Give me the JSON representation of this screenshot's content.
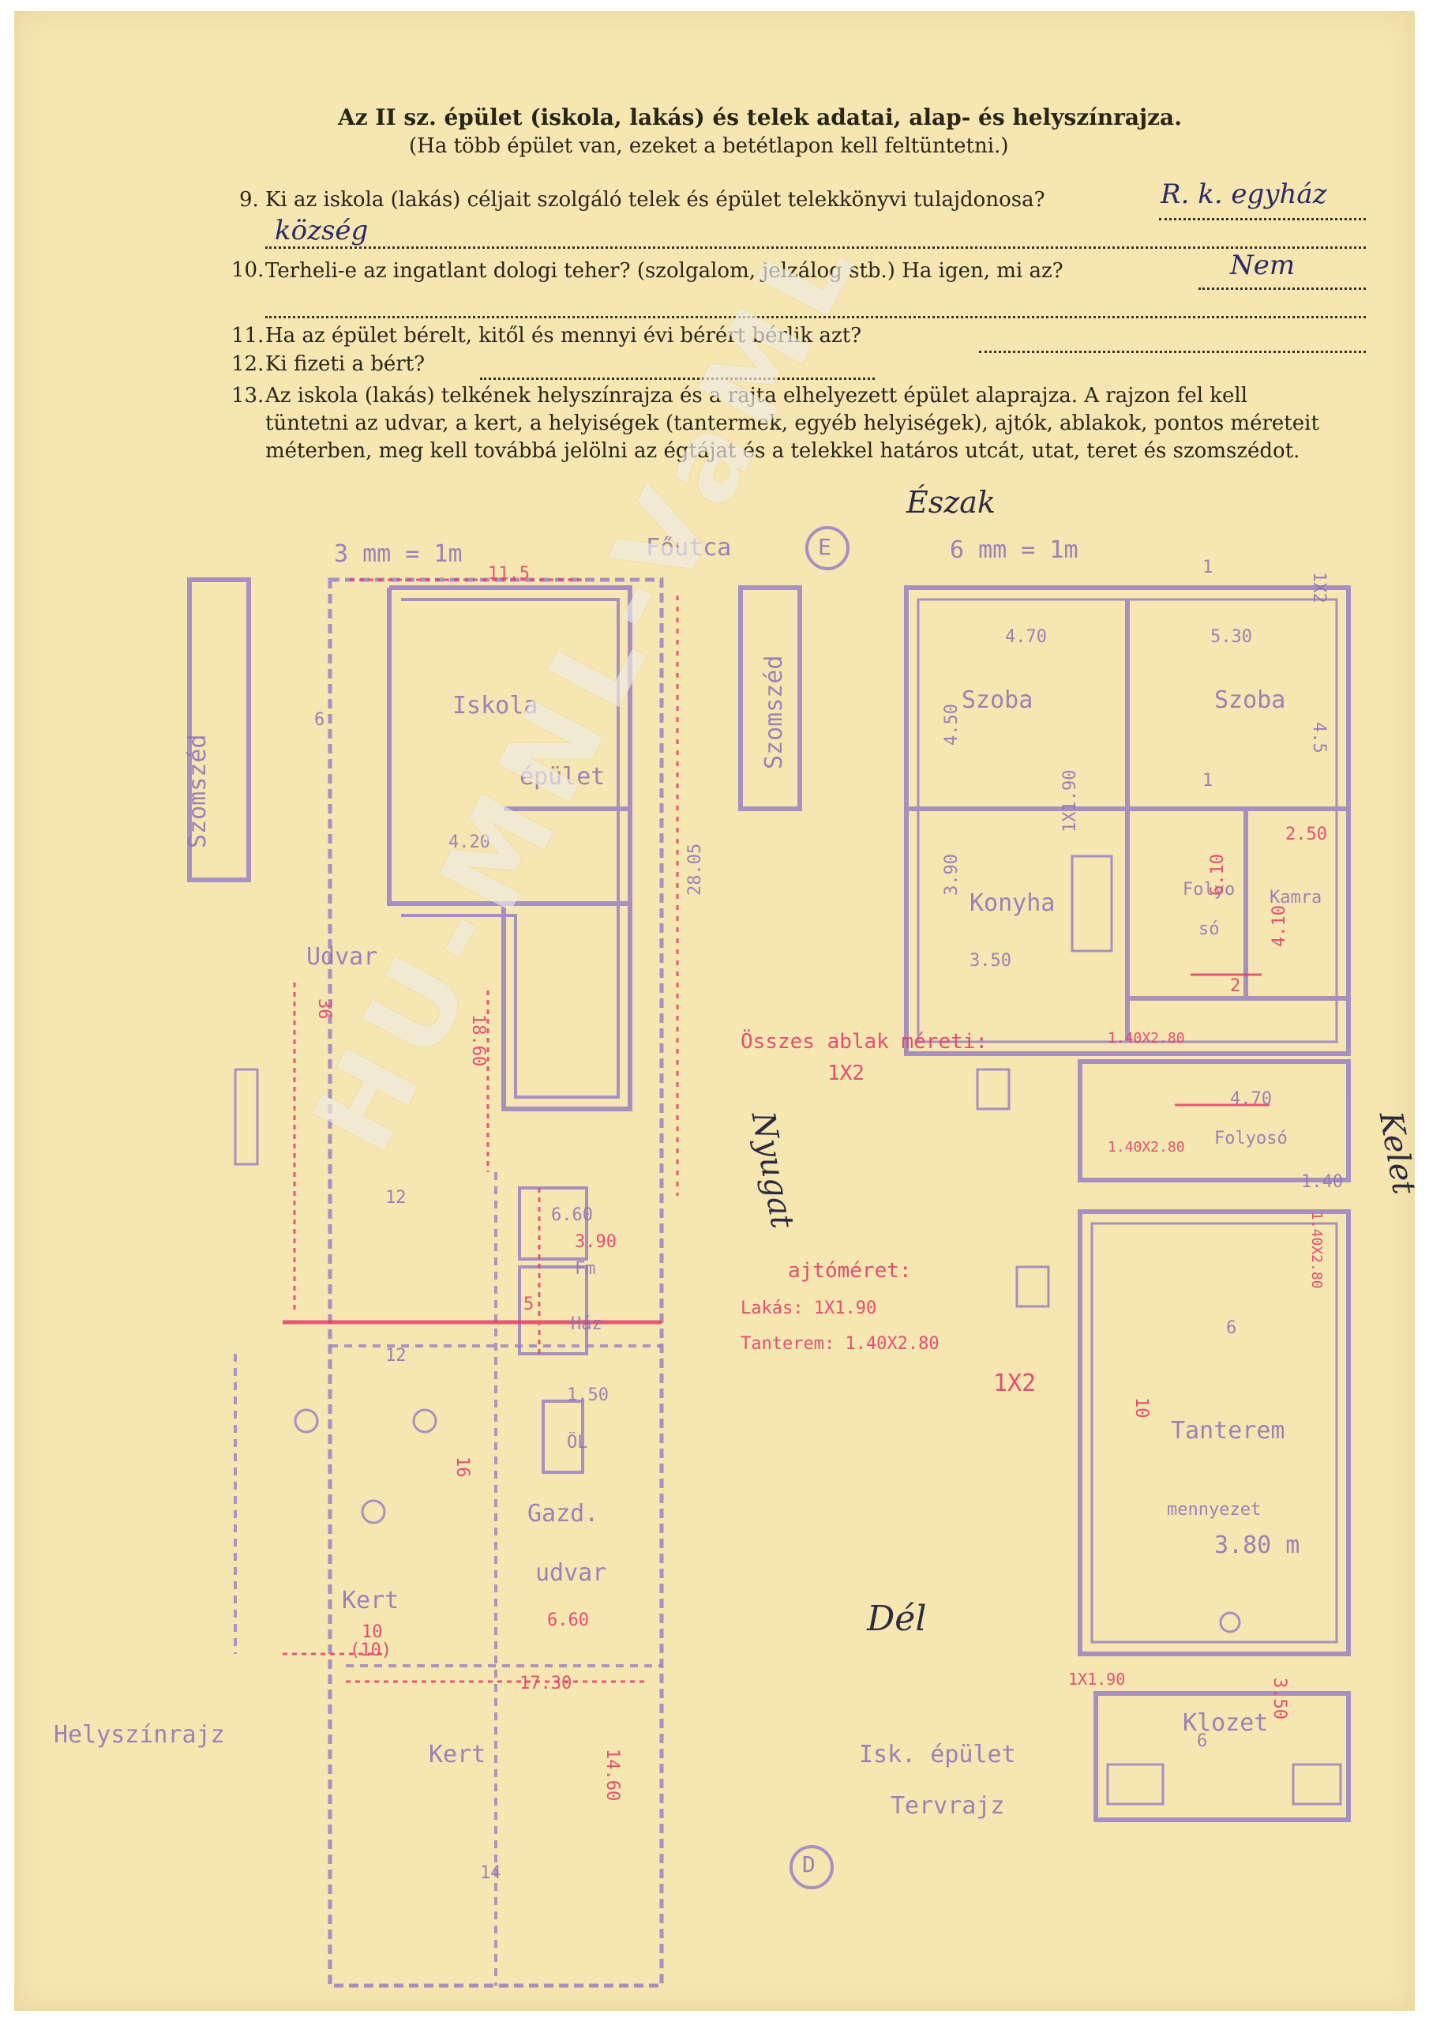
{
  "form": {
    "title": "Az II sz. épület (iskola, lakás) és telek adatai, alap- és helyszínrajza.",
    "subtitle": "(Ha több épület van, ezeket a betétlapon kell feltüntetni.)",
    "questions": [
      {
        "num": "9.",
        "text": "Ki az iskola (lakás) céljait szolgáló telek és épület telekkönyvi tulajdonosa?",
        "answer": "R. k. egyház",
        "answer2": "község"
      },
      {
        "num": "10.",
        "text": "Terheli-e az ingatlant dologi teher? (szolgalom, jelzálog stb.) Ha igen, mi az?",
        "answer": "Nem"
      },
      {
        "num": "11.",
        "text": "Ha az épület bérelt, kitől és mennyi évi bérért bérlik azt?",
        "answer": ""
      },
      {
        "num": "12.",
        "text": "Ki fizeti a bért?",
        "answer": ""
      },
      {
        "num": "13.",
        "text_lines": [
          "Az iskola (lakás) telkének helyszínrajza és a rajta elhelyezett épület alaprajza. A rajzon fel kell",
          "tüntetni az udvar, a kert, a helyiségek (tantermek, egyéb helyiségek), ajtók, ablakok, pontos méreteit",
          "méterben, meg kell továbbá jelölni az égtájat és a telekkel határos utcát, utat, teret és szomszédot."
        ]
      }
    ]
  },
  "handwriting": {
    "north": "Észak",
    "west": "Nyugat",
    "east": "Kelet",
    "south": "Dél"
  },
  "site_plan": {
    "scale": "3 mm = 1m",
    "street": "Főutca",
    "neighbor_left": "Szomszéd",
    "neighbor_right": "Szomszéd",
    "school_label_1": "Iskola",
    "school_label_2": "épület",
    "yard": "Udvar",
    "farm_yard_1": "Gazd.",
    "farm_yard_2": "udvar",
    "garden": "Kert",
    "garden2": "Kert",
    "woodshed": "Fm",
    "house_small": "Ház",
    "oil": "ÖL",
    "caption": "Helyszínrajz",
    "dims": {
      "top": "11.5",
      "left_w": "6",
      "mid": "4.20",
      "height": "36",
      "h2": "18.60",
      "h3": "28.05",
      "w12": "12",
      "w12b": "12",
      "w660": "6.60",
      "w390": "3.90",
      "w150": "1.50",
      "h16": "16",
      "w10": "10",
      "w10b": "(10)",
      "w660b": "6.60",
      "w1730": "17.30",
      "h1460": "14.60",
      "w14": "14",
      "sm5": "5"
    },
    "circle_top": "E",
    "circle_bottom": "D"
  },
  "floor_plan": {
    "scale": "6 mm = 1m",
    "room1": "Szoba",
    "room2": "Szoba",
    "kitchen": "Konyha",
    "pantry": "Kamra",
    "hall": "Folyosó",
    "hall_top": "Folyo",
    "hall_top2": "só",
    "classroom": "Tanterem",
    "ceiling_label": "mennyezet",
    "ceiling_value": "3.80 m",
    "toilet": "Klozet",
    "caption_1": "Isk. épület",
    "caption_2": "Tervrajz",
    "dims": {
      "d470": "4.70",
      "d530": "5.30",
      "d250": "2.50",
      "d350": "3.50",
      "d390": "3.90",
      "d450": "4.50",
      "d470b": "4.70",
      "d140": "1.40",
      "d6": "6",
      "d10": "10",
      "d1": "1",
      "d2": "2",
      "d1b": "1",
      "d610": "6.10",
      "d410": "4.10",
      "d350b": "3.50",
      "d6b": "6",
      "d12": "1X2",
      "d190": "1X1.90",
      "d45": "4.5"
    },
    "windows": "Összes ablak méreti:",
    "windows_val": "1X2",
    "doors": "ajtóméret:",
    "door_flat": "Lakás: 1X1.90",
    "door_class": "Tanterem: 1.40X2.80",
    "dim_14280": "1.40X2.80",
    "dim_14280b": "1.40X2.80",
    "dim_14280c": "1.40X2.80",
    "dim_12b": "1X2",
    "dim_1190": "1X1.90"
  },
  "watermark": "HU-MNL-VaML"
}
